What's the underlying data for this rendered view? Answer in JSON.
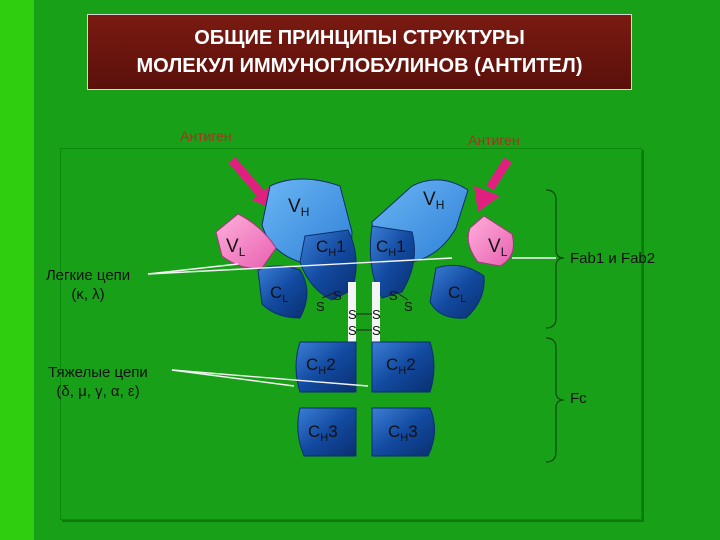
{
  "title_line1": "ОБЩИЕ ПРИНЦИПЫ СТРУКТУРЫ",
  "title_line2": "МОЛЕКУЛ ИММУНОГЛОБУЛИНОВ (АНТИТЕЛ)",
  "antigen_left": "Антиген",
  "antigen_right": "Антиген",
  "light_chains_line1": "Легкие цепи",
  "light_chains_line2": "(κ, λ)",
  "heavy_chains_line1": "Тяжелые цепи",
  "heavy_chains_line2": "(δ, μ, γ, α, ε)",
  "fab_label": "Fab1 и Fab2",
  "fc_label": "Fc",
  "segments": {
    "vh": "V",
    "vh_sub": "H",
    "vl": "V",
    "vl_sub": "L",
    "ch1": "C",
    "ch1_sub": "H",
    "ch1_num": "1",
    "cl": "C",
    "cl_sub": "L",
    "ch2": "C",
    "ch2_sub": "H",
    "ch2_num": "2",
    "ch3": "C",
    "ch3_sub": "H",
    "ch3_num": "3",
    "s": "S"
  },
  "colors": {
    "heavy_dark": "#0d3f8e",
    "heavy_light": "#3b8de0",
    "light_chain": "#f07ec0",
    "antigen": "#e0207e",
    "title_bg": "#6b150e"
  }
}
